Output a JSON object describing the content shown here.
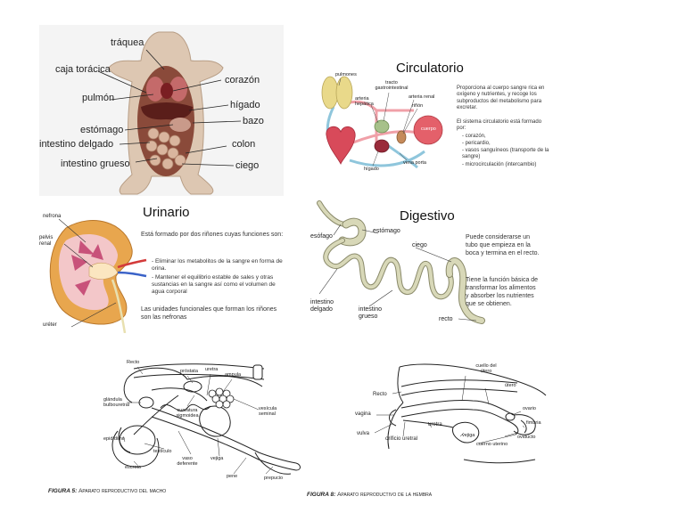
{
  "rat": {
    "labels": [
      "tráquea",
      "caja torácica",
      "corazón",
      "pulmón",
      "hígado",
      "bazo",
      "estómago",
      "intestino delgado",
      "colon",
      "intestino grueso",
      "ciego"
    ]
  },
  "circulatorio": {
    "title": "Circulatorio",
    "labels": [
      "pulmones",
      "tracto gastrointestinal",
      "arteria hepática",
      "arteria renal",
      "riñón",
      "cuerpo",
      "hígado",
      "vena porta"
    ],
    "desc": "Proporciona al cuerpo sangre rica en oxígeno y nutrientes, y recoge los subproductos del metabolismo para excretar.",
    "list_intro": "El sistema circulatorio está formado por:",
    "list": [
      "corazón,",
      "pericardio,",
      "vasos sanguíneos (transporte de la sangre)",
      "microcirculación (intercambio)"
    ]
  },
  "urinario": {
    "title": "Urinario",
    "labels": [
      "nefrona",
      "pelvis renal",
      "uréter"
    ],
    "text1": "Está formado por dos riñones cuyas funciones son:",
    "items": [
      "Eliminar los metabolitos de la sangre en forma de orina.",
      "Mantener el equilibrio estable de sales y otras sustancias en la sangre así como el volumen de agua corporal"
    ],
    "text2": "Las unidades funcionales que forman los riñones son las nefronas"
  },
  "digestivo": {
    "title": "Digestivo",
    "labels": [
      "esófago",
      "estómago",
      "ciego",
      "intestino delgado",
      "intestino grueso",
      "recto"
    ],
    "text1": "Puede considerarse un tubo que empieza en la boca y termina en el recto.",
    "text2": "Tiene la función básica de transformar los alimentos y absorber los nutrientes que se obtienen."
  },
  "macho": {
    "labels": [
      "Recto",
      "próstata",
      "uretra",
      "ampula",
      "glándula bulbouretral",
      "curvatura sigmoidea",
      "vesícula seminal",
      "epidídimo",
      "testículo",
      "vaso deferente",
      "vejiga",
      "escroto",
      "pene",
      "prepucio"
    ],
    "caption_num": "FIGURA 5:",
    "caption": "Aparato reproductivo del macho"
  },
  "hembra": {
    "labels": [
      "cuello del útero",
      "útero",
      "Recto",
      "ovario",
      "vagina",
      "fimbria",
      "vulva",
      "orificio uretral",
      "uretra",
      "vejiga",
      "oviducto",
      "cuerno uterino"
    ],
    "caption_num": "FIGURA 8:",
    "caption": "Aparato reproductivo de la hembra"
  }
}
